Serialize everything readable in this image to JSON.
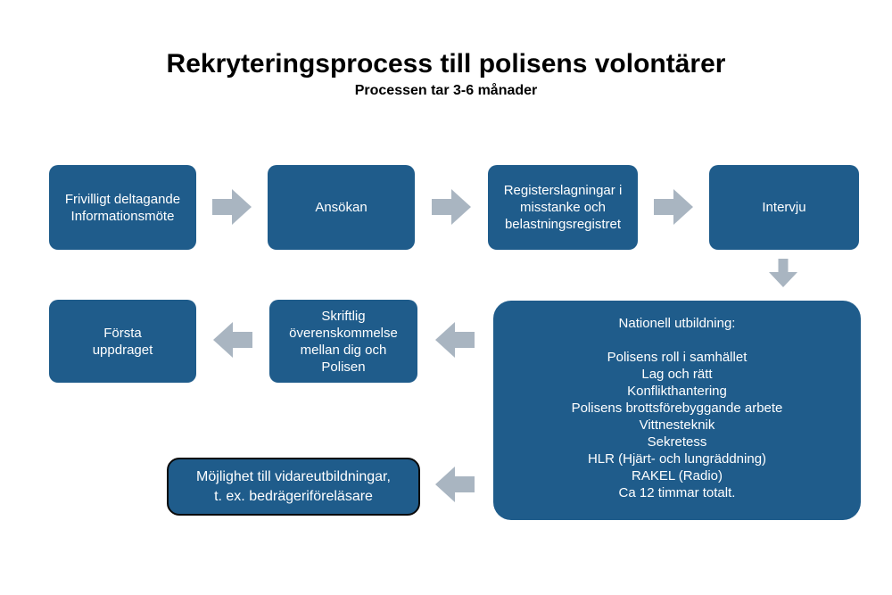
{
  "title": "Rekryteringsprocess till polisens volontärer",
  "subtitle": "Processen tar 3-6 månader",
  "colors": {
    "node_fill": "#1F5C8B",
    "arrow_fill": "#A9B5C1",
    "outline": "#0A0A0A",
    "node_text": "#FFFFFF",
    "title_text": "#000000"
  },
  "nodes": {
    "informationsmote": {
      "lines": [
        "Frivilligt deltagande",
        "Informationsmöte"
      ]
    },
    "ansokan": {
      "lines": [
        "Ansökan"
      ]
    },
    "registerslagningar": {
      "lines": [
        "Registerslagningar i",
        "misstanke och",
        "belastningsregistret"
      ]
    },
    "intervju": {
      "lines": [
        "Intervju"
      ]
    },
    "nationell_utbildning": {
      "lines": [
        "Nationell utbildning:",
        "",
        "Polisens roll i samhället",
        "Lag och rätt",
        "Konflikthantering",
        "Polisens brottsförebyggande arbete",
        "Vittnesteknik",
        "Sekretess",
        "HLR (Hjärt- och lungräddning)",
        "RAKEL (Radio)",
        "Ca 12 timmar totalt."
      ]
    },
    "skriftlig_overenskommelse": {
      "lines": [
        "Skriftlig",
        "överenskommelse",
        "mellan dig och",
        "Polisen"
      ]
    },
    "forsta_uppdraget": {
      "lines": [
        "Första",
        "uppdraget"
      ]
    },
    "vidareutbildningar": {
      "lines": [
        "Möjlighet till vidareutbildningar,",
        "t. ex. bedrägeriföreläsare"
      ]
    }
  },
  "connections": [
    {
      "from": "informationsmote",
      "to": "ansokan",
      "direction": "right"
    },
    {
      "from": "ansokan",
      "to": "registerslagningar",
      "direction": "right"
    },
    {
      "from": "registerslagningar",
      "to": "intervju",
      "direction": "right"
    },
    {
      "from": "intervju",
      "to": "nationell_utbildning",
      "direction": "down"
    },
    {
      "from": "nationell_utbildning",
      "to": "skriftlig_overenskommelse",
      "direction": "left"
    },
    {
      "from": "skriftlig_overenskommelse",
      "to": "forsta_uppdraget",
      "direction": "left"
    },
    {
      "from": "nationell_utbildning",
      "to": "vidareutbildningar",
      "direction": "left"
    }
  ]
}
